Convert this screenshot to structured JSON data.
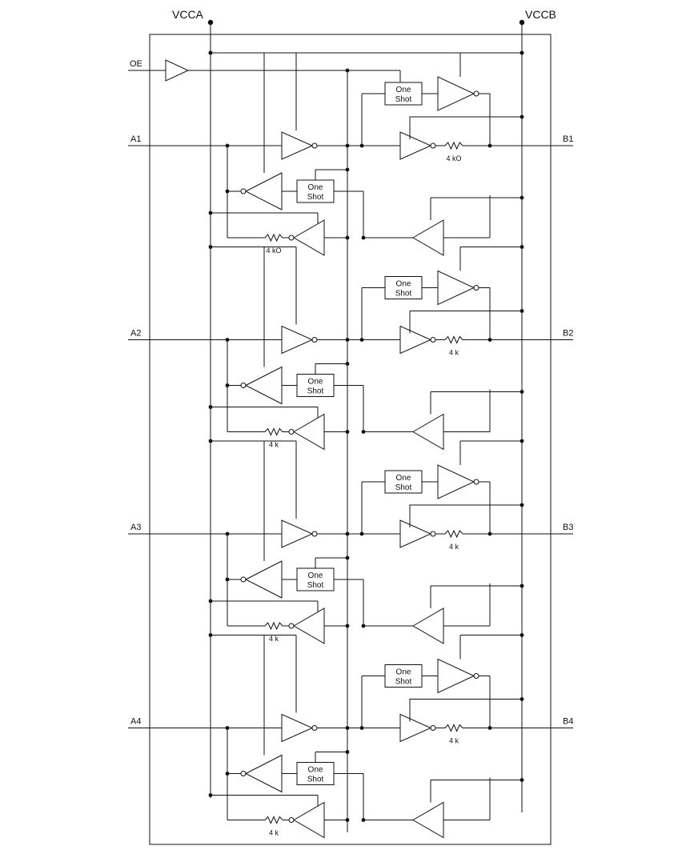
{
  "rails": {
    "vcca": "VCCA",
    "vccb": "VCCB"
  },
  "oe_label": "OE",
  "one_shot": [
    "One",
    "Shot"
  ],
  "channels": [
    {
      "a": "A1",
      "b": "B1",
      "r_forward": "4 kO",
      "r_reverse": "4 kO"
    },
    {
      "a": "A2",
      "b": "B2",
      "r_forward": "4 k",
      "r_reverse": "4 k"
    },
    {
      "a": "A3",
      "b": "B3",
      "r_forward": "4 k",
      "r_reverse": "4 k"
    },
    {
      "a": "A4",
      "b": "B4",
      "r_forward": "4 k",
      "r_reverse": "4 k"
    }
  ]
}
